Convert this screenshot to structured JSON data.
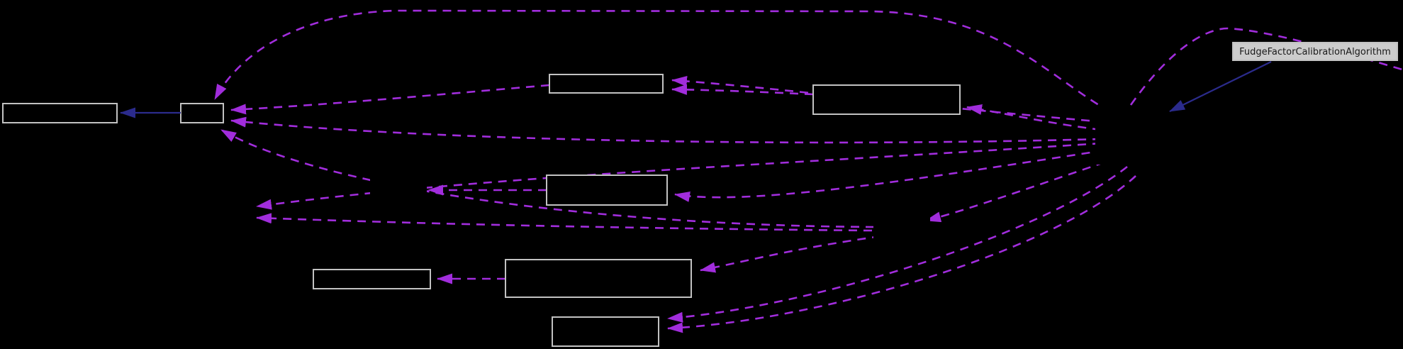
{
  "diagram": {
    "type": "doxygen-collaboration-graph",
    "background": "#000000",
    "colors": {
      "node_border": "#c2c2c2",
      "node_fill": "#000000",
      "usage_edge": "#a12ddc",
      "inherit_edge": "#2b2b8c",
      "highlight_fill": "#cccccc",
      "highlight_text": "#1a1a1a"
    },
    "highlight_node": {
      "label": "FudgeFactorCalibrationAlgorithm"
    },
    "nodes": [
      {
        "id": "base-left",
        "label": ""
      },
      {
        "id": "hub",
        "label": ""
      },
      {
        "id": "top-center",
        "label": ""
      },
      {
        "id": "top-right",
        "label": ""
      },
      {
        "id": "middle",
        "label": ""
      },
      {
        "id": "small-left",
        "label": ""
      },
      {
        "id": "large-bottom",
        "label": ""
      },
      {
        "id": "bottom",
        "label": ""
      },
      {
        "id": "fudge-factor",
        "label": "FudgeFactorCalibrationAlgorithm"
      },
      {
        "id": "hidden-a",
        "label": ""
      },
      {
        "id": "hidden-b",
        "label": ""
      },
      {
        "id": "hidden-c",
        "label": ""
      },
      {
        "id": "hidden-d",
        "label": ""
      }
    ],
    "edges": [
      {
        "from": "hub",
        "to": "base-left",
        "type": "inheritance"
      },
      {
        "from": "fudge-factor",
        "to": "hidden-a",
        "type": "inheritance"
      },
      {
        "from": "hidden-a",
        "to": "hub",
        "type": "usage",
        "route": "over-top"
      },
      {
        "from": "hidden-a",
        "to": "offscreen-right",
        "type": "usage"
      },
      {
        "from": "hidden-a",
        "to": "top-center",
        "type": "usage"
      },
      {
        "from": "top-right",
        "to": "top-center",
        "type": "usage"
      },
      {
        "from": "hidden-a",
        "to": "top-right",
        "type": "usage"
      },
      {
        "from": "hidden-a",
        "to": "hub",
        "type": "usage",
        "route": "middle"
      },
      {
        "from": "top-center",
        "to": "hub",
        "type": "usage"
      },
      {
        "from": "hidden-b",
        "to": "hub",
        "type": "usage"
      },
      {
        "from": "hidden-a",
        "to": "hidden-c",
        "type": "usage"
      },
      {
        "from": "hidden-b",
        "to": "hidden-c",
        "type": "usage"
      },
      {
        "from": "middle",
        "to": "hidden-d",
        "type": "usage"
      },
      {
        "from": "hidden-a",
        "to": "middle",
        "type": "usage"
      },
      {
        "from": "hidden-a",
        "to": "hidden-b",
        "type": "usage"
      },
      {
        "from": "hidden-b",
        "to": "large-bottom",
        "type": "usage"
      },
      {
        "from": "hidden-a",
        "to": "bottom",
        "type": "usage"
      },
      {
        "from": "hidden-a",
        "to": "bottom",
        "type": "usage",
        "route": "lower"
      },
      {
        "from": "large-bottom",
        "to": "small-left",
        "type": "usage"
      }
    ]
  }
}
